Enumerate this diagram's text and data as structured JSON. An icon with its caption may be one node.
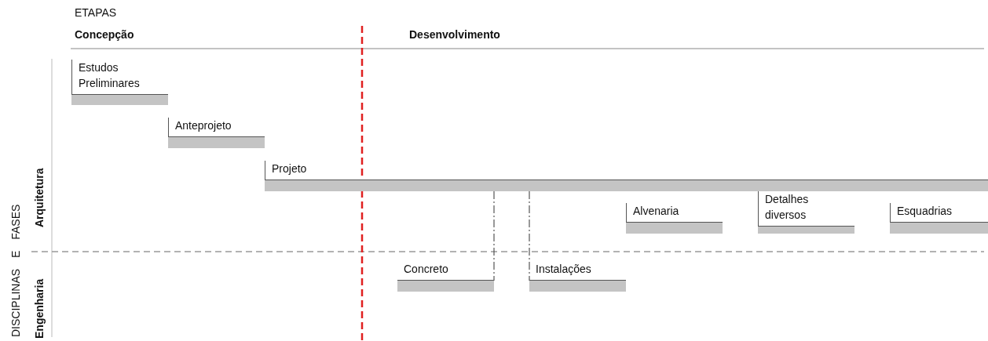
{
  "diagram": {
    "nodes": [
      {
        "text": [
          "Estudos Preliminares"
        ]
      },
      {
        "text": [
          "Anteprojeto"
        ]
      },
      {
        "text": [
          "Projeto"
        ]
      },
      {
        "text": [
          "Alvenaria"
        ]
      },
      {
        "text": [
          "Detalhes diversos"
        ]
      },
      {
        "text": [
          "Esquadrias"
        ]
      },
      {
        "text": [
          "Concreto"
        ]
      },
      {
        "text": [
          "Instalações"
        ]
      }
    ],
    "edges": [
      {
        "from": 2,
        "to": 6,
        "arrow": "none",
        "style": "dashed"
      },
      {
        "from": 2,
        "to": 7,
        "arrow": "none",
        "style": "dashed"
      }
    ],
    "labels": [
      "ETAPAS",
      "Concepção",
      "Desenvolvimento",
      "DISCIPLINAS E FASES",
      "Arquitetura",
      "Engenharia"
    ]
  }
}
